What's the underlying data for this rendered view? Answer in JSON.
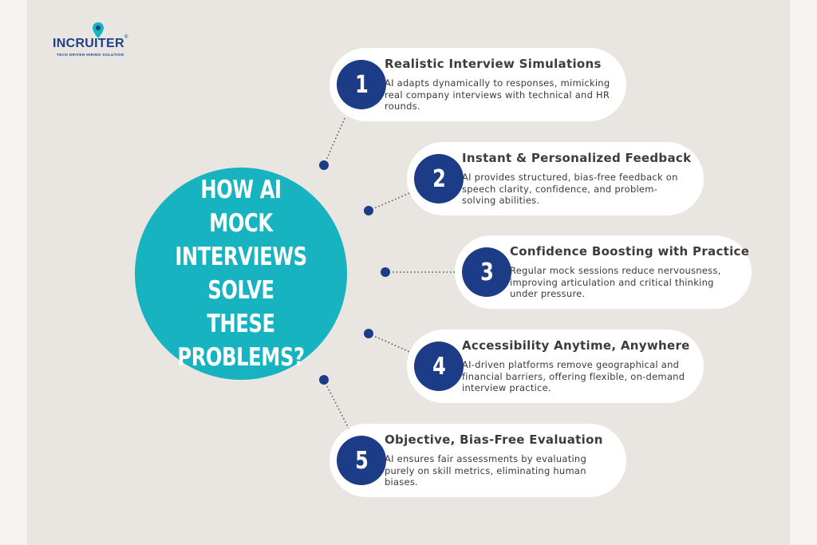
{
  "brand": {
    "logo_text": "INCRUITER",
    "registered_mark": "®",
    "tagline": "TECH DRIVEN HIRING SOLUTION"
  },
  "hub": {
    "title": "HOW AI MOCK INTERVIEWS SOLVE THESE PROBLEMS?"
  },
  "colors": {
    "hub": "#17b3c1",
    "number_circle": "#1d3c87",
    "connector": "#1d3c87",
    "card": "#ffffff",
    "background": "#e9e6e1"
  },
  "steps": [
    {
      "number": "1",
      "title": "Realistic Interview Simulations",
      "description": "AI adapts dynamically to responses, mimicking real company interviews with technical and HR rounds."
    },
    {
      "number": "2",
      "title": "Instant & Personalized Feedback",
      "description": "AI provides structured, bias-free feedback on speech clarity, confidence, and problem-solving abilities."
    },
    {
      "number": "3",
      "title": "Confidence Boosting with Practice",
      "description": "Regular mock sessions reduce nervousness, improving articulation and critical thinking under pressure."
    },
    {
      "number": "4",
      "title": "Accessibility Anytime, Anywhere",
      "description": "AI-driven platforms remove geographical and financial barriers, offering flexible, on-demand interview practice."
    },
    {
      "number": "5",
      "title": "Objective, Bias-Free Evaluation",
      "description": "AI ensures fair assessments by evaluating purely on skill metrics, eliminating human biases."
    }
  ]
}
